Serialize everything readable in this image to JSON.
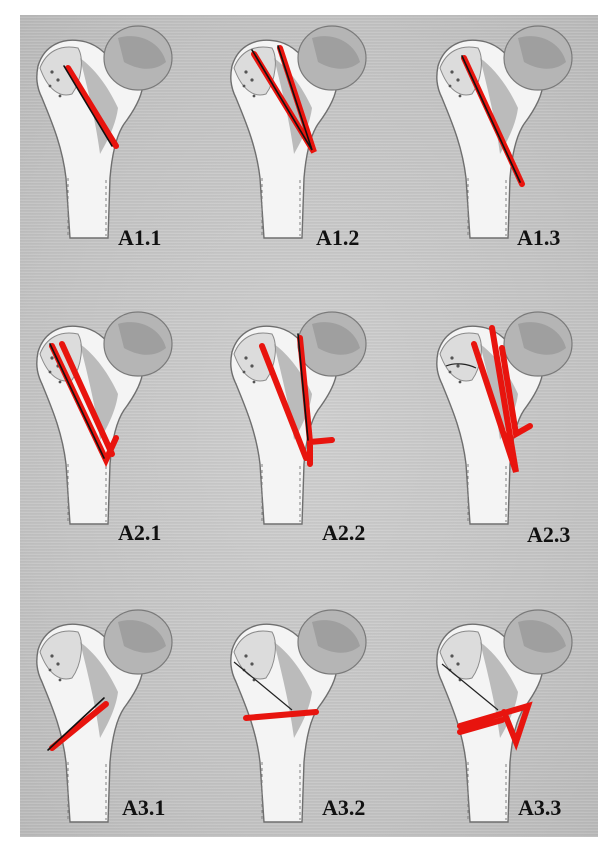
{
  "figure": {
    "panels": [
      {
        "id": "A1.1",
        "label": "A1.1"
      },
      {
        "id": "A1.2",
        "label": "A1.2"
      },
      {
        "id": "A1.3",
        "label": "A1.3"
      },
      {
        "id": "A2.1",
        "label": "A2.1"
      },
      {
        "id": "A2.2",
        "label": "A2.2"
      },
      {
        "id": "A2.3",
        "label": "A2.3"
      },
      {
        "id": "A3.1",
        "label": "A3.1"
      },
      {
        "id": "A3.2",
        "label": "A3.2"
      },
      {
        "id": "A3.3",
        "label": "A3.3"
      }
    ],
    "colors": {
      "background": "#c7c7c7",
      "fracture_line": "#e8140e",
      "label": "#111111"
    }
  }
}
